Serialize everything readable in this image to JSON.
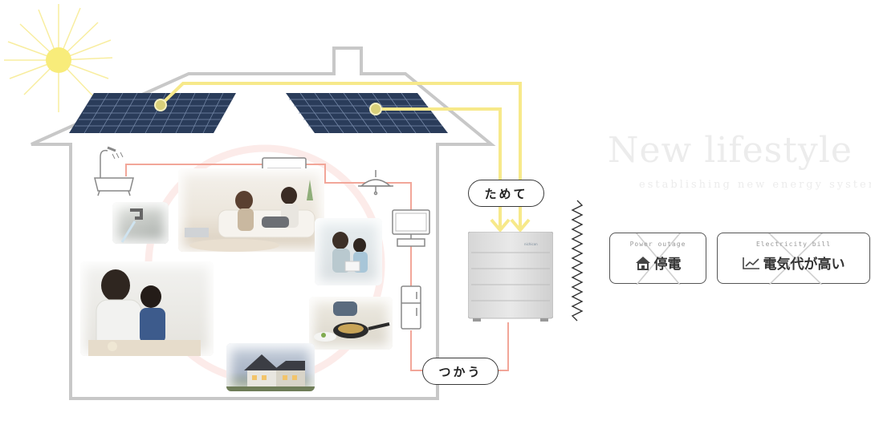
{
  "labels": {
    "store": "ためて",
    "use": "つかう"
  },
  "heading": {
    "title": "New lifestyle",
    "subtitle": "establishing new energy systems"
  },
  "problems": [
    {
      "en": "Power outage",
      "ja": "停電",
      "icon": "house-icon"
    },
    {
      "en": "Electricity bill",
      "ja": "電気代が高い",
      "icon": "rising-chart-icon"
    }
  ],
  "battery": {
    "brand": "nichicon"
  },
  "colors": {
    "solar_line": "#f7e98a",
    "power_line": "#f2a699",
    "house_outline": "#c8c8c8",
    "sun": "#f8ec95"
  }
}
